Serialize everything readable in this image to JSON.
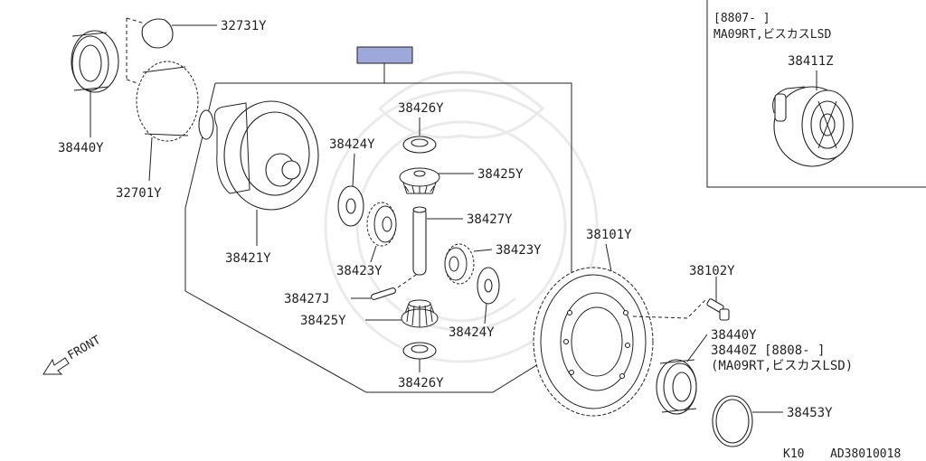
{
  "diagram": {
    "callouts": {
      "c32731Y": "32731Y",
      "c38440Y_left": "38440Y",
      "c32701Y": "32701Y",
      "c38421Y": "38421Y",
      "c38426Y_top": "38426Y",
      "c38424Y_left": "38424Y",
      "c38425Y_top": "38425Y",
      "c38427Y": "38427Y",
      "c38423Y_left": "38423Y",
      "c38423Y_right": "38423Y",
      "c38427J": "38427J",
      "c38425Y_bottom": "38425Y",
      "c38424Y_right": "38424Y",
      "c38426Y_bottom": "38426Y",
      "c38101Y": "38101Y",
      "c38102Y": "38102Y",
      "c38440Y_right": "38440Y",
      "c38440Z_line1": "38440Z [8808-     ]",
      "c38440Z_line2": "(MA09RT,ビスカスLSD)",
      "c38453Y": "38453Y",
      "c38411Z": "38411Z"
    },
    "inset": {
      "line1": "[8807-     ]",
      "line2": "MA09RT,ビスカスLSD"
    },
    "front_label": "FRONT",
    "footer": {
      "code1": "K10",
      "code2": "AD38010018"
    },
    "highlight_color": "#9fa8da"
  }
}
